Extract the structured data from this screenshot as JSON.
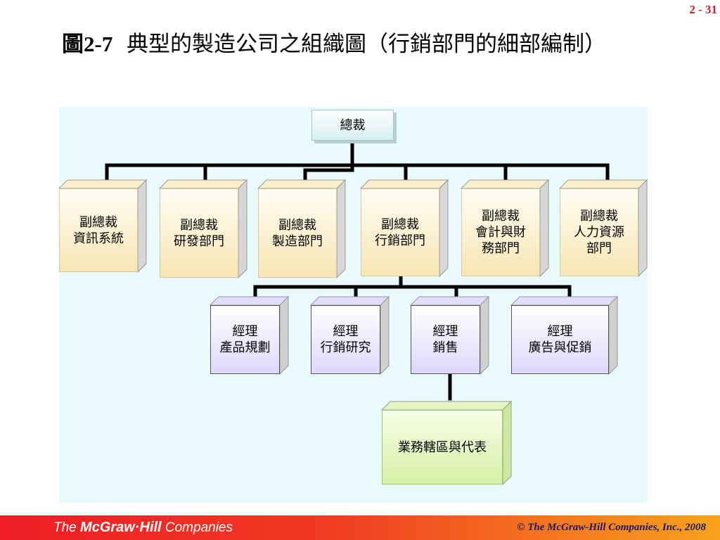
{
  "page_number": "2 - 31",
  "title": {
    "figure_number": "圖2-7",
    "text": "典型的製造公司之組織圖（行銷部門的細部編制）"
  },
  "org_chart": {
    "president": "總裁",
    "vice_presidents": [
      {
        "lines": [
          "副總裁",
          "資訊系統"
        ]
      },
      {
        "lines": [
          "副總裁",
          "研發部門"
        ]
      },
      {
        "lines": [
          "副總裁",
          "製造部門"
        ]
      },
      {
        "lines": [
          "副總裁",
          "行銷部門"
        ]
      },
      {
        "lines": [
          "副總裁",
          "會計與財",
          "務部門"
        ]
      },
      {
        "lines": [
          "副總裁",
          "人力資源",
          "部門"
        ]
      }
    ],
    "marketing_managers": [
      {
        "lines": [
          "經理",
          "產品規劃"
        ]
      },
      {
        "lines": [
          "經理",
          "行銷研究"
        ]
      },
      {
        "lines": [
          "經理",
          "銷售"
        ]
      },
      {
        "lines": [
          "經理",
          "廣告與促銷"
        ]
      }
    ],
    "sales_unit": "業務轄區與代表"
  },
  "colors": {
    "footer_start": "#ee1d24",
    "footer_end": "#f8a21c",
    "chart_background": "#e9fbfc",
    "page_number": "#c8202f"
  },
  "footer": {
    "logo_prefix": "The",
    "logo_brand": "McGraw·Hill",
    "logo_suffix": "Companies",
    "copyright": "© The McGraw-Hill Companies, Inc., 2008"
  }
}
